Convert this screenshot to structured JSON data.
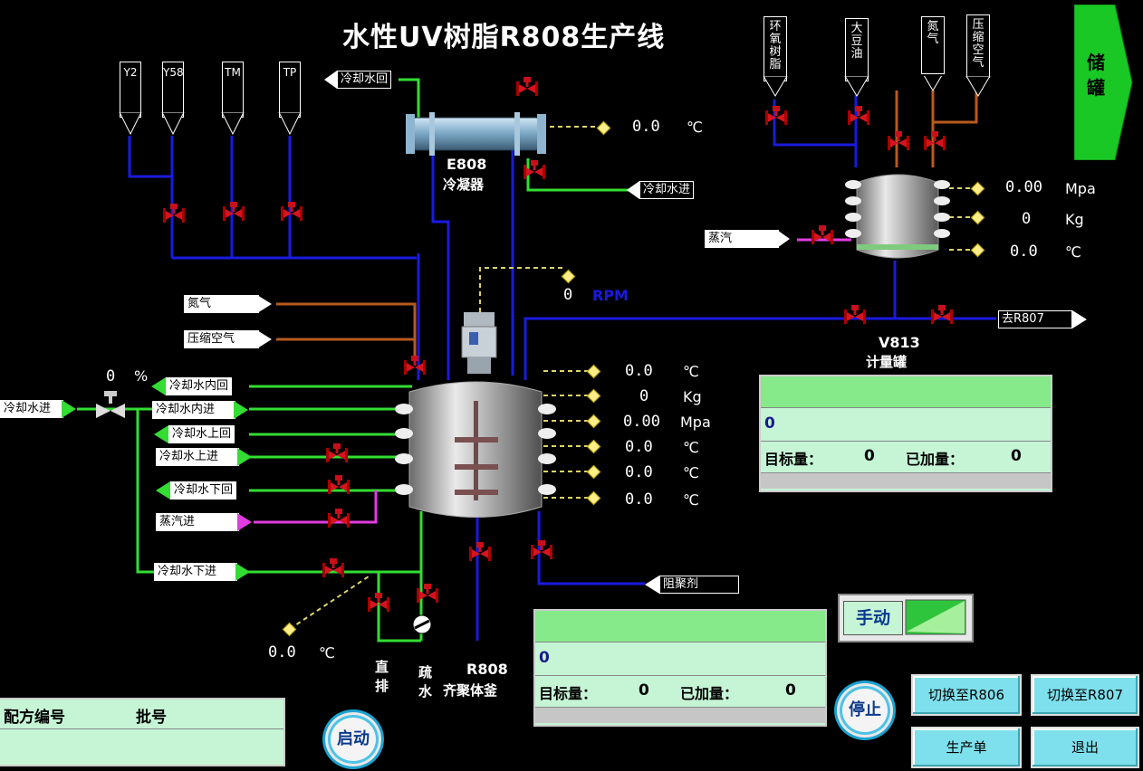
{
  "title": "水性UV树脂R808生产线",
  "vtags": [
    "Y2",
    "Y58",
    "TM",
    "TP"
  ],
  "feed_tags": [
    "环氧树脂",
    "大豆油",
    "氮气",
    "压缩空气"
  ],
  "storage_btn": "储罐",
  "condenser": {
    "name": "E808",
    "sub": "冷凝器",
    "temp": "0.0",
    "unit": "℃"
  },
  "labels": {
    "cw_return_top": "冷却水回",
    "cw_in_top": "冷却水进",
    "steam_v813": "蒸汽",
    "nitrogen": "氮气",
    "comp_air": "压缩空气",
    "cw_in_left": "冷却水进",
    "cw_inner_return": "冷却水内回",
    "cw_inner_in": "冷却水内进",
    "cw_upper_return": "冷却水上回",
    "cw_upper_in": "冷却水上进",
    "cw_lower_return": "冷却水下回",
    "steam_in": "蒸汽进",
    "cw_lower_in": "冷却水下进",
    "inhibitor": "阻聚剂",
    "to_r807": "去R807"
  },
  "v813": {
    "name": "V813",
    "sub": "计量罐",
    "pressure": "0.00",
    "pressure_unit": "Mpa",
    "weight": "0",
    "weight_unit": "Kg",
    "temp": "0.0",
    "temp_unit": "℃"
  },
  "valve_open": {
    "value": "0",
    "unit": "%"
  },
  "agitator": {
    "rpm": "0",
    "unit": "RPM"
  },
  "r808": {
    "name": "R808",
    "sub": "齐聚体釜",
    "readings": [
      {
        "v": "0.0",
        "u": "℃"
      },
      {
        "v": "0",
        "u": "Kg"
      },
      {
        "v": "0.00",
        "u": "Mpa"
      },
      {
        "v": "0.0",
        "u": "℃"
      },
      {
        "v": "0.0",
        "u": "℃"
      },
      {
        "v": "0.0",
        "u": "℃"
      }
    ]
  },
  "drain": {
    "temp": "0.0",
    "unit": "℃",
    "direct": "直排",
    "sewer": "疏水"
  },
  "panel_right": {
    "value": "0",
    "target_label": "目标量：",
    "target": "0",
    "added_label": "已加量：",
    "added": "0"
  },
  "panel_bottom": {
    "value": "0",
    "target_label": "目标量：",
    "target": "0",
    "added_label": "已加量：",
    "added": "0"
  },
  "recipe": {
    "recipe_no": "配方编号",
    "batch_no": "批号"
  },
  "mode": {
    "label": "手动"
  },
  "buttons": {
    "start": "启动",
    "stop": "停止",
    "to_r806": "切换至R806",
    "to_r807": "切换至R807",
    "production": "生产单",
    "exit": "退出"
  },
  "colors": {
    "cooling_water": "#33dd33",
    "pipe_blue": "#1a1adf",
    "pipe_brown": "#b85a1e",
    "steam": "#e03de0",
    "valve": "#d4141e",
    "panel": "#c6f5d6"
  }
}
